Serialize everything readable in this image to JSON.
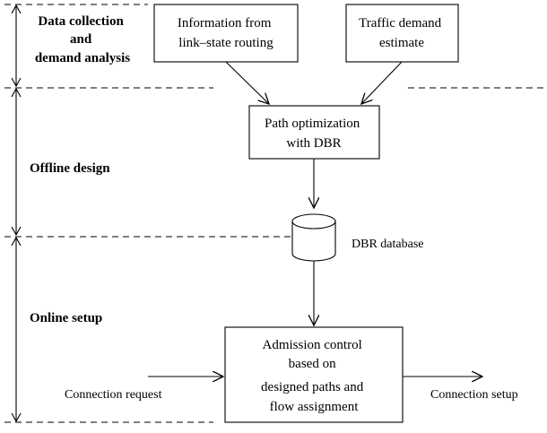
{
  "phases": {
    "data_collection": [
      "Data collection",
      "and",
      "demand analysis"
    ],
    "offline_design": "Offline design",
    "online_setup": "Online setup"
  },
  "boxes": {
    "link_state": [
      "Information from",
      "link–state routing"
    ],
    "traffic_demand": [
      "Traffic demand",
      "estimate"
    ],
    "path_optimization": [
      "Path optimization",
      "with DBR"
    ],
    "dbr_database": "DBR database",
    "admission_control": [
      "Admission control",
      "based on",
      "designed paths and",
      "flow assignment"
    ]
  },
  "io": {
    "connection_request": "Connection request",
    "connection_setup": "Connection setup"
  }
}
